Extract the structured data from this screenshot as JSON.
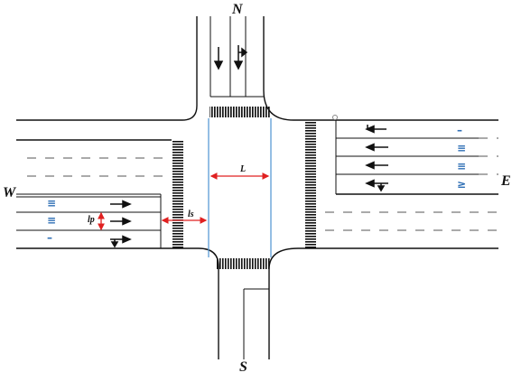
{
  "labels": {
    "north": "N",
    "south": "S",
    "west": "W",
    "east": "E",
    "L": "L",
    "ls": "ls",
    "lp": "lp"
  },
  "lane_marks": {
    "west_approach": [
      "≡",
      "≡",
      "–"
    ],
    "east_approach": [
      "–",
      "≡",
      "≡",
      "≥"
    ]
  },
  "colors": {
    "road_edge": "#111111",
    "crosswalk": "#111111",
    "stop_line_blue": "#5b9bd5",
    "dimension_red": "#e02020",
    "lane_mark_blue": "#2f6fb5"
  }
}
